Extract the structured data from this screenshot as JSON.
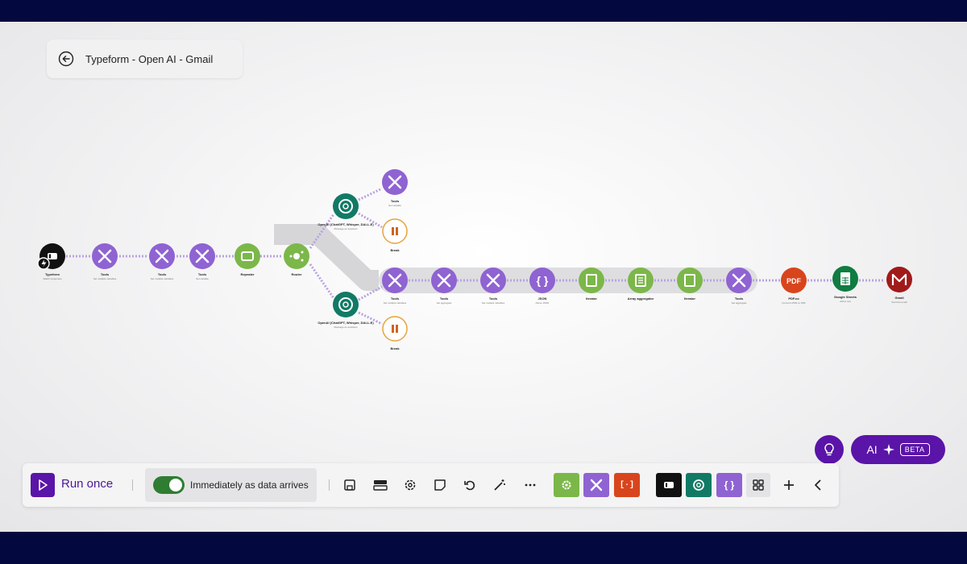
{
  "scenario": {
    "title": "Typeform - Open AI - Gmail"
  },
  "toolbar": {
    "run_label": "Run once",
    "schedule_label": "Immediately as data arrives",
    "schedule_enabled": true,
    "icons": [
      "save-icon",
      "align-icon",
      "settings-icon",
      "notes-icon",
      "undo-icon",
      "magic-wand-icon",
      "more-icon"
    ],
    "favorites": [
      "flow-control-module",
      "tools-module",
      "json-array-module",
      "typeform-module",
      "openai-module",
      "json-module",
      "apps-grid-icon"
    ]
  },
  "ai": {
    "label": "AI",
    "badge": "BETA"
  },
  "colors": {
    "brand": "#5a14a8",
    "tools": "#8f63d2",
    "flow": "#7cb74a",
    "openai": "#117a65",
    "pause": "#e6a43c",
    "pdf": "#d8451d",
    "sheets": "#107c41",
    "gmail": "#a11a1a",
    "typeform": "#111111"
  },
  "modules": [
    {
      "label": "Typeform",
      "sub": "Watch responses"
    },
    {
      "label": "Tools",
      "sub": "Set multiple variables"
    },
    {
      "label": "Tools",
      "sub": "Set multiple variables"
    },
    {
      "label": "Tools",
      "sub": "Set variable"
    },
    {
      "label": "Repeater",
      "sub": ""
    },
    {
      "label": "Router",
      "sub": ""
    },
    {
      "label": "OpenAI (ChatGPT, Whisper, DALL-E)",
      "sub": "Message an assistant"
    },
    {
      "label": "Tools",
      "sub": "Set variable"
    },
    {
      "label": "Break",
      "sub": ""
    },
    {
      "label": "OpenAI (ChatGPT, Whisper, DALL-E)",
      "sub": "Message an assistant"
    },
    {
      "label": "Break",
      "sub": ""
    },
    {
      "label": "Tools",
      "sub": "Set multiple variables"
    },
    {
      "label": "Tools",
      "sub": "Set aggregate"
    },
    {
      "label": "Tools",
      "sub": "Set multiple variables"
    },
    {
      "label": "JSON",
      "sub": "Parse JSON"
    },
    {
      "label": "Iterator",
      "sub": ""
    },
    {
      "label": "Array aggregator",
      "sub": ""
    },
    {
      "label": "Iterator",
      "sub": ""
    },
    {
      "label": "Tools",
      "sub": "Set aggregate"
    },
    {
      "label": "PDF.co",
      "sub": "Convert HTML to PDF"
    },
    {
      "label": "Google Sheets",
      "sub": "Add a row"
    },
    {
      "label": "Gmail",
      "sub": "Send an email"
    }
  ]
}
